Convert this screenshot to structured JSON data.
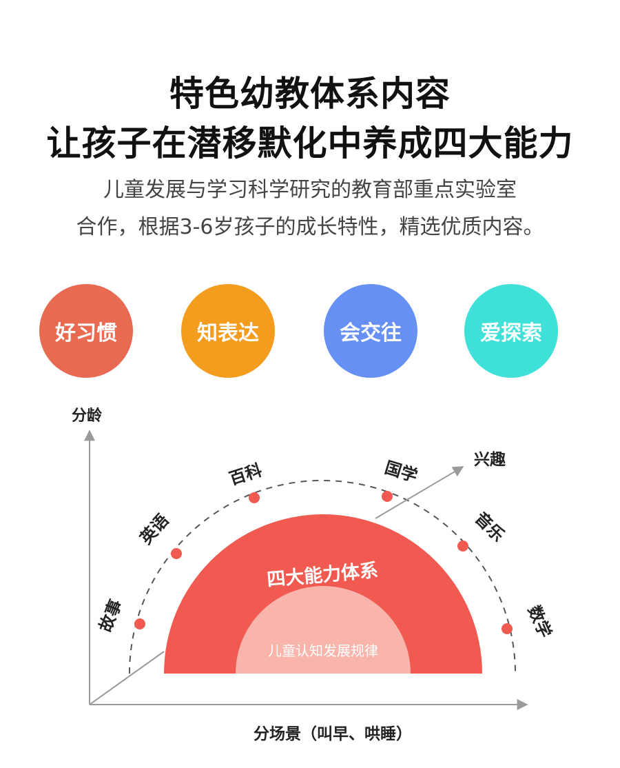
{
  "header": {
    "title_line1": "特色幼教体系内容",
    "title_line2": "让孩子在潜移默化中养成四大能力",
    "subtitle_line1": "儿童发展与学习科学研究的教育部重点实验室",
    "subtitle_line2": "合作，根据3-6岁孩子的成长特性，精选优质内容。"
  },
  "abilities": [
    {
      "label": "好习惯",
      "color": "#e86a50"
    },
    {
      "label": "知表达",
      "color": "#f39c1e"
    },
    {
      "label": "会交往",
      "color": "#6690f4"
    },
    {
      "label": "爱探索",
      "color": "#3ee0d8"
    }
  ],
  "diagram": {
    "axis_y_label": "分龄",
    "axis_x_label": "分场景（叫早、哄睡）",
    "axis_z_label": "兴趣",
    "outer_label": "四大能力体系",
    "inner_label": "儿童认知发展规律",
    "colors": {
      "outer": "#f05a50",
      "inner": "#f9b4ac",
      "dot": "#f05a50",
      "axis": "#9a9a9a"
    },
    "topics": [
      "故事",
      "英语",
      "百科",
      "国学",
      "音乐",
      "数学"
    ]
  }
}
